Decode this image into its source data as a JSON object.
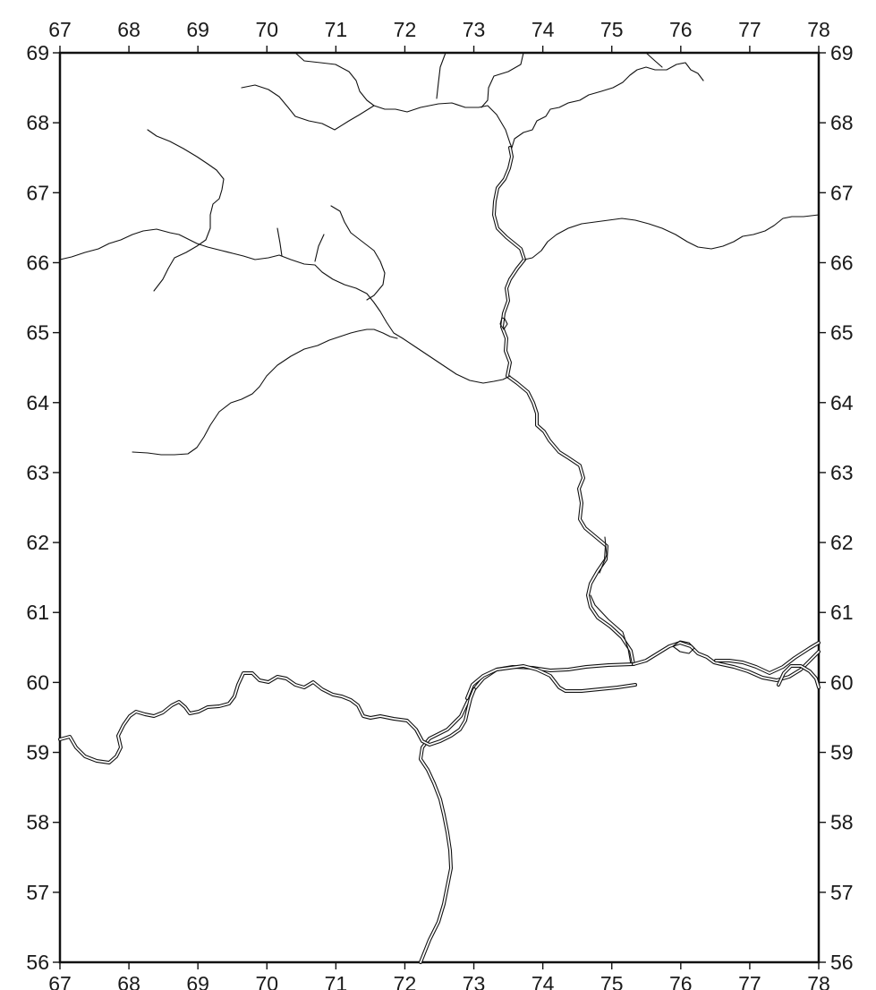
{
  "map": {
    "lon_range": [
      67,
      78
    ],
    "lat_range": [
      56,
      69
    ],
    "lon_ticks": [
      "67",
      "68",
      "69",
      "70",
      "71",
      "72",
      "73",
      "74",
      "75",
      "76",
      "77",
      "78"
    ],
    "lat_ticks": [
      "69",
      "68",
      "67",
      "66",
      "65",
      "64",
      "63",
      "62",
      "61",
      "60",
      "59",
      "58",
      "57",
      "56"
    ],
    "colors": {
      "line": "#111111",
      "background": "#ffffff"
    }
  }
}
